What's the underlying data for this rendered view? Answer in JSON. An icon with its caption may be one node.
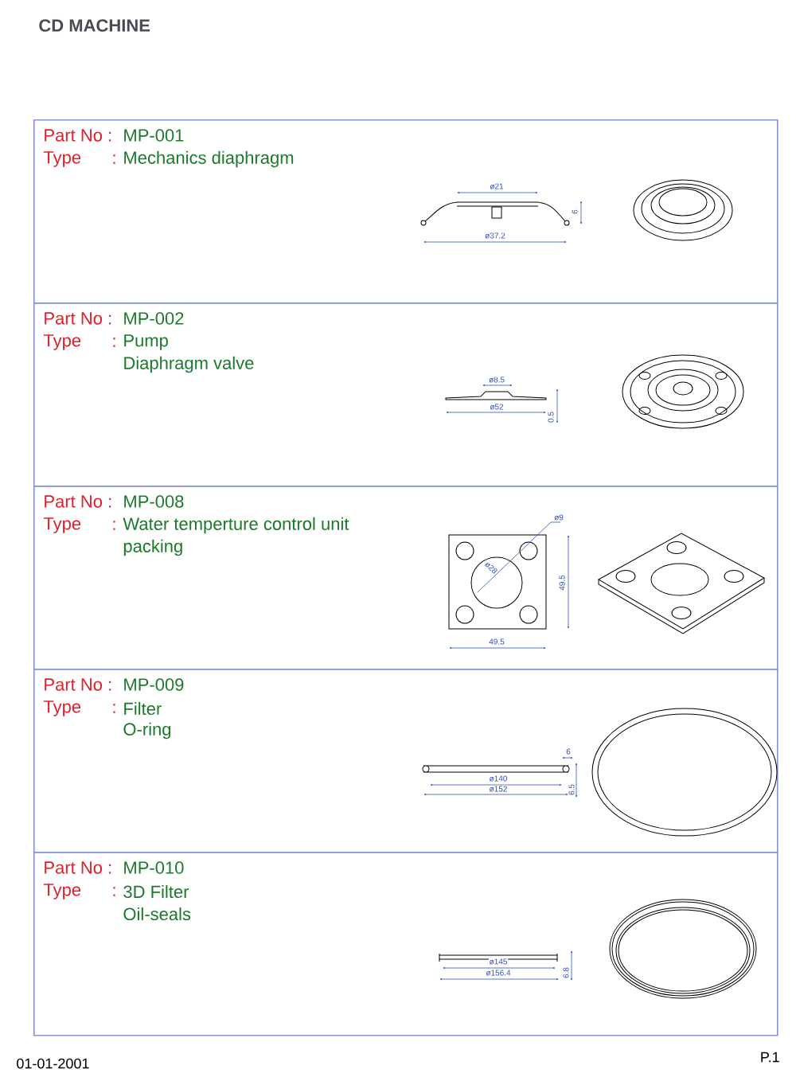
{
  "diagram": {
    "title": "CD MACHINE",
    "nodes": [
      {
        "text": [
          "Part No :",
          "MP-001",
          "Type",
          ":",
          "Mechanics diaphragm"
        ]
      },
      {
        "text": [
          "Part No :",
          "MP-002",
          "Type",
          ":",
          "Pump",
          "Diaphragm valve"
        ]
      },
      {
        "text": [
          "Part No :",
          "MP-008",
          "Type",
          ":",
          "Water temperture control unit",
          "packing"
        ]
      },
      {
        "text": [
          "Part No :",
          "MP-009",
          "Type",
          ":",
          "Filter",
          "O-ring"
        ]
      },
      {
        "text": [
          "Part No :",
          "MP-010",
          "Type",
          ":",
          "3D Filter",
          "Oil-seals"
        ]
      }
    ],
    "edges": [],
    "labels": [
      "ø21",
      "6",
      "ø37.2",
      "ø8.5",
      "ø52",
      "0.5",
      "ø9",
      "ø28",
      "49.5",
      "49.5",
      "6",
      "ø140",
      "ø152",
      "6.5",
      "ø145",
      "ø156.4",
      "6.8",
      "01-01-2001",
      "P.1"
    ]
  }
}
